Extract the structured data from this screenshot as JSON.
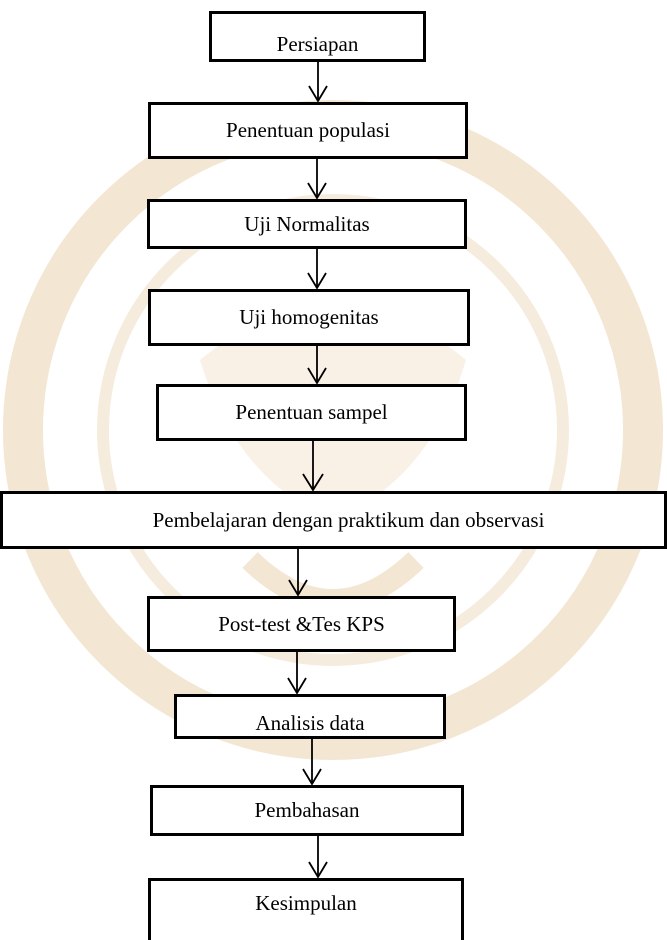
{
  "steps": [
    "Persiapan",
    "Penentuan populasi",
    "Uji Normalitas",
    "Uji homogenitas",
    "Penentuan sampel",
    "Pembelajaran dengan praktikum dan observasi",
    "Post-test &Tes KPS",
    "Analisis data",
    "Pembahasan",
    "Kesimpulan"
  ],
  "colors": {
    "stroke": "#000000",
    "watermark": "#f4e9d8"
  }
}
